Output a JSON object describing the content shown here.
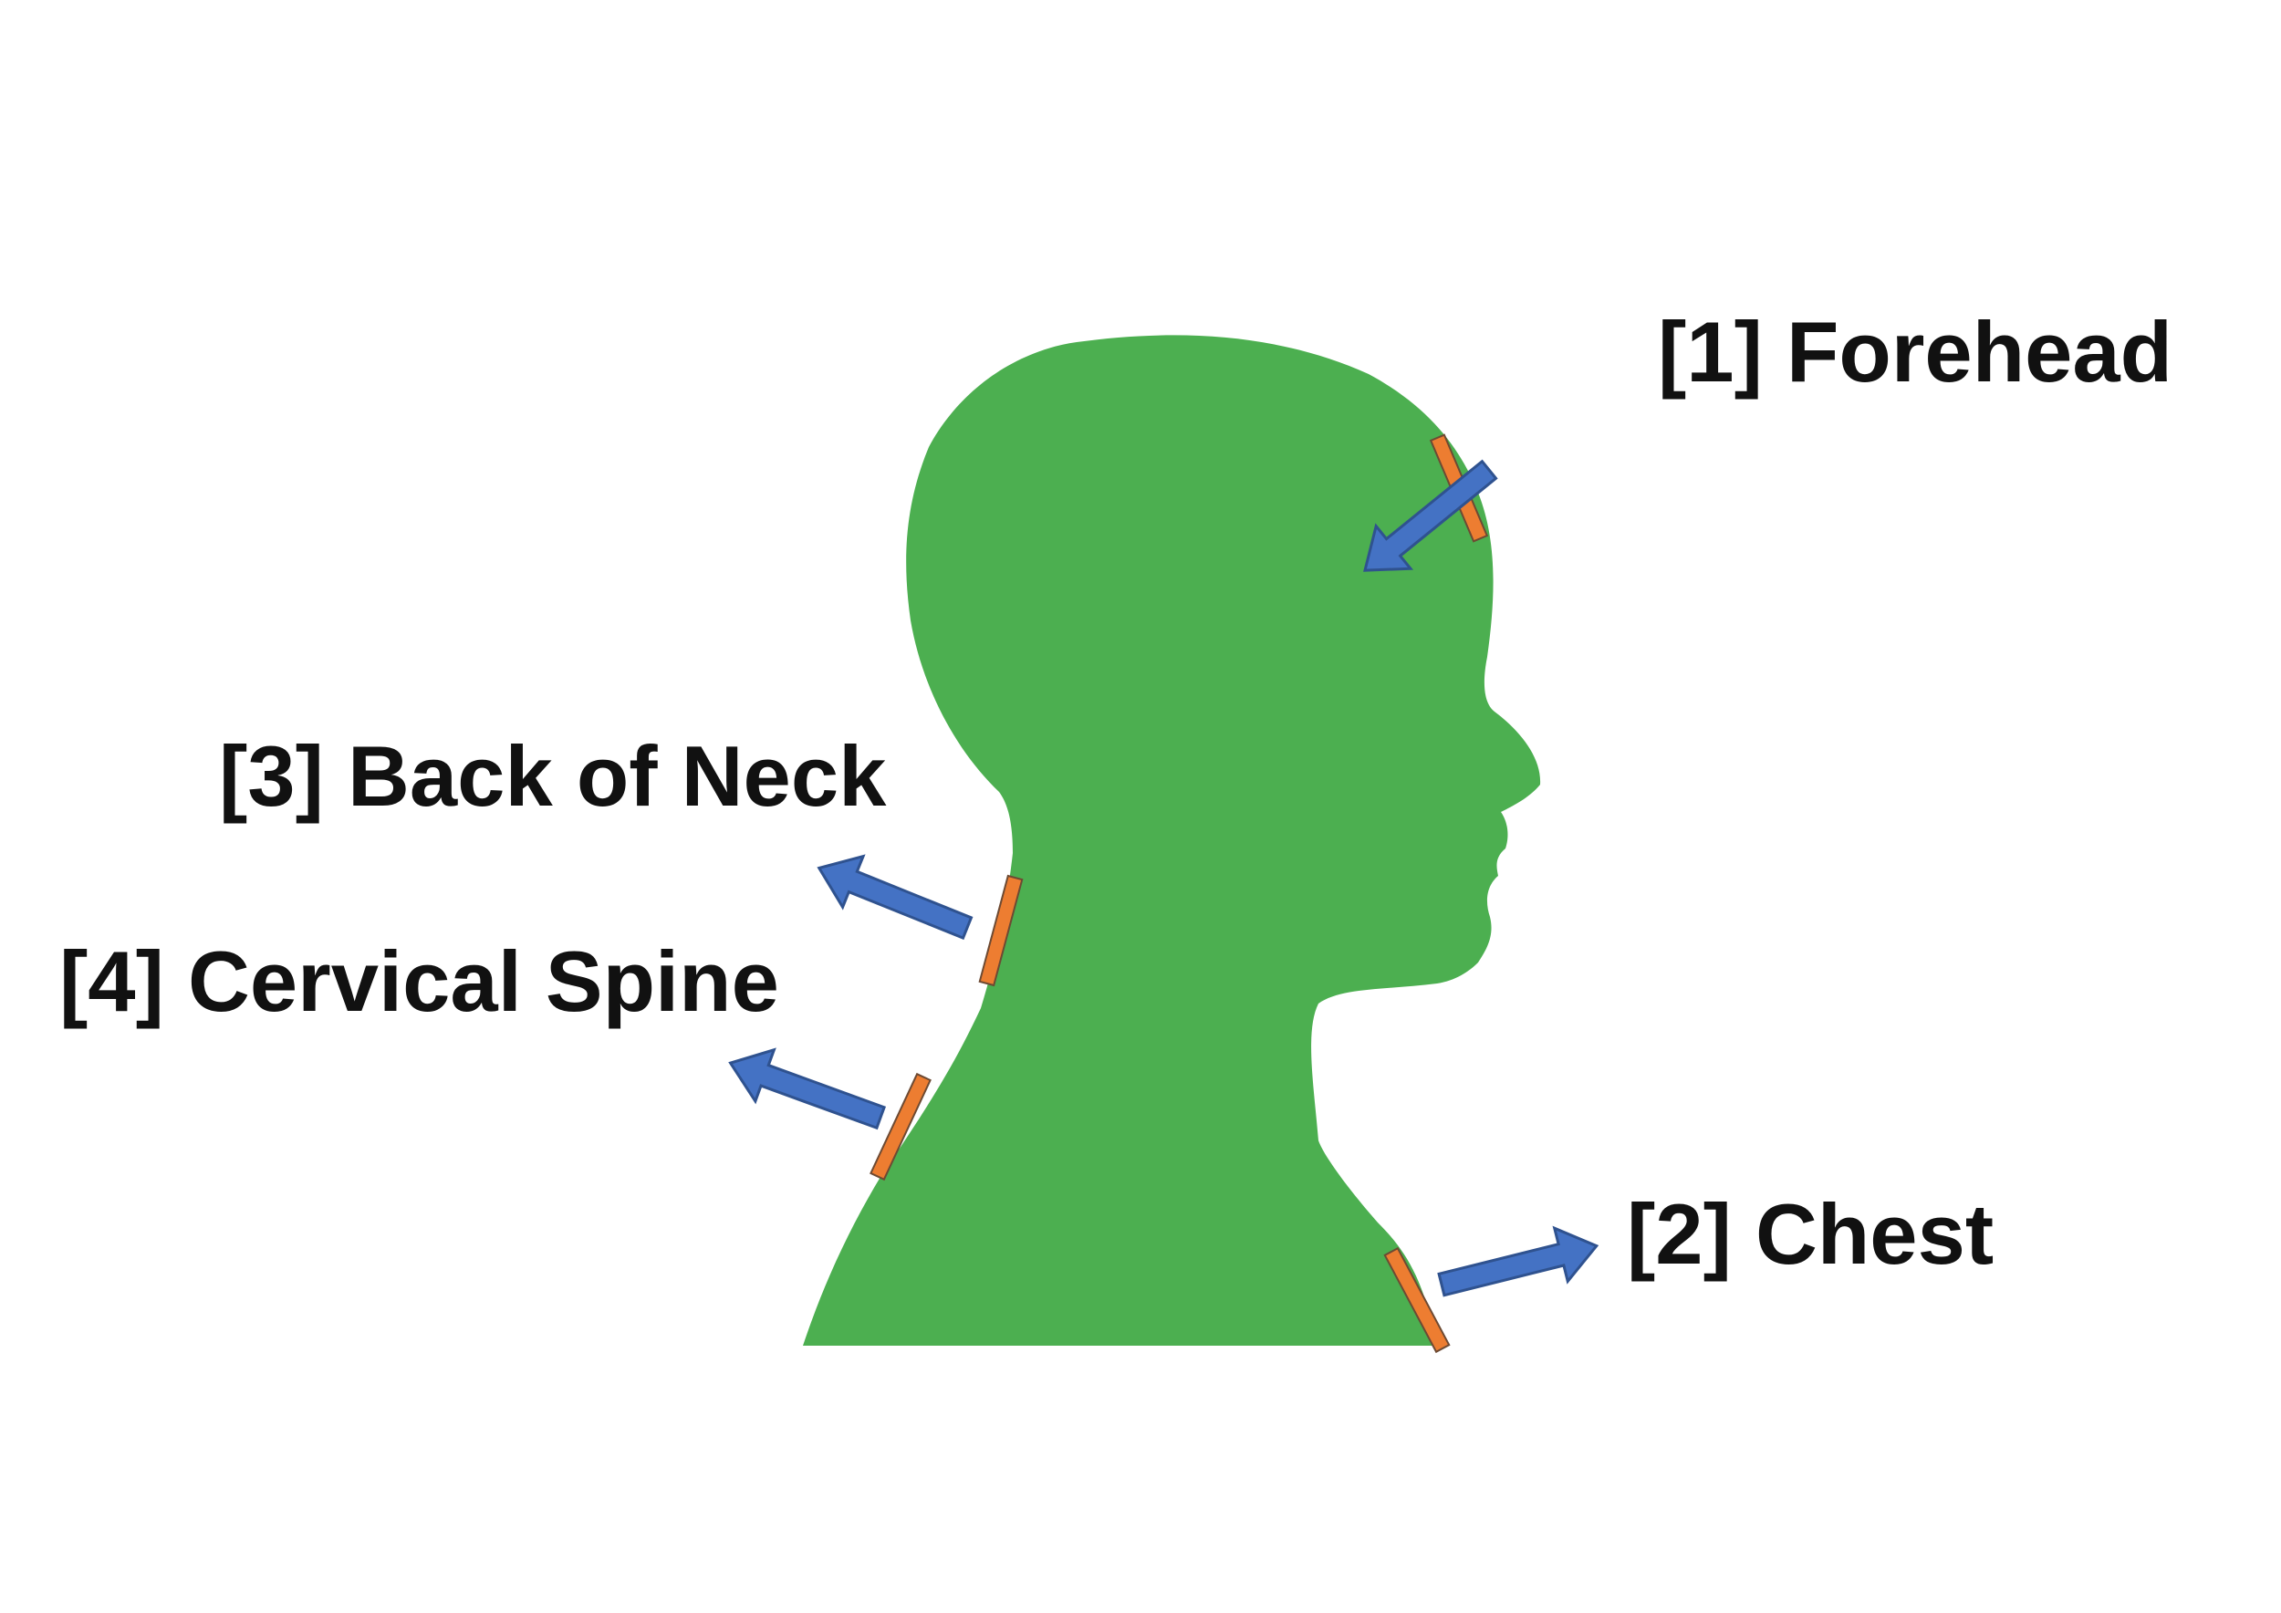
{
  "colors": {
    "background": "#ffffff",
    "silhouette": "#4caf50",
    "sensor": "#ed7d31",
    "sensor_outline": "#6d4a33",
    "arrow": "#4472c4",
    "arrow_outline": "#2f528f",
    "label": "#111111"
  },
  "figure": {
    "silhouette_icon": "human-head-profile-silhouette",
    "sites": [
      {
        "id": "forehead",
        "label": "[1] Forehead"
      },
      {
        "id": "chest",
        "label": "[2] Chest"
      },
      {
        "id": "back-of-neck",
        "label": "[3] Back of Neck"
      },
      {
        "id": "cervical-spine",
        "label": "[4] Cervical Spine"
      }
    ]
  }
}
